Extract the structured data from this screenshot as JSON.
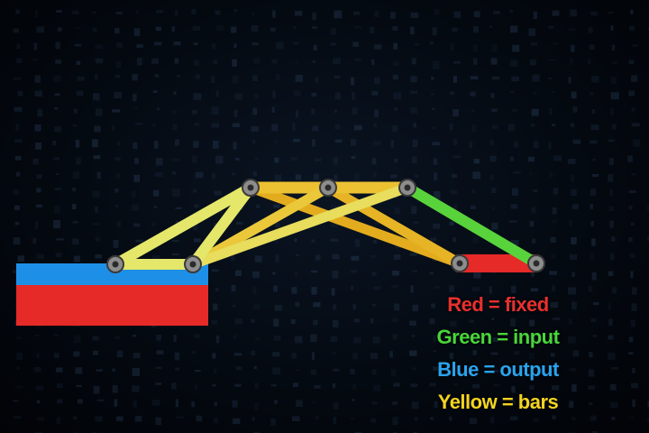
{
  "legend": {
    "items": [
      {
        "label": "Red = fixed",
        "color": "#e8302e"
      },
      {
        "label": "Green = input",
        "color": "#49d639"
      },
      {
        "label": "Blue = output",
        "color": "#2aa3ee"
      },
      {
        "label": "Yellow = bars",
        "color": "#f4d41f"
      }
    ]
  },
  "colors": {
    "background": "#02060c",
    "fixed": "#e52a28",
    "output": "#1e8fe6",
    "input": "#58d33c",
    "bar_light": "#e5e86a",
    "bar_dark": "#e7b322",
    "joint": "#8d8d8d"
  }
}
